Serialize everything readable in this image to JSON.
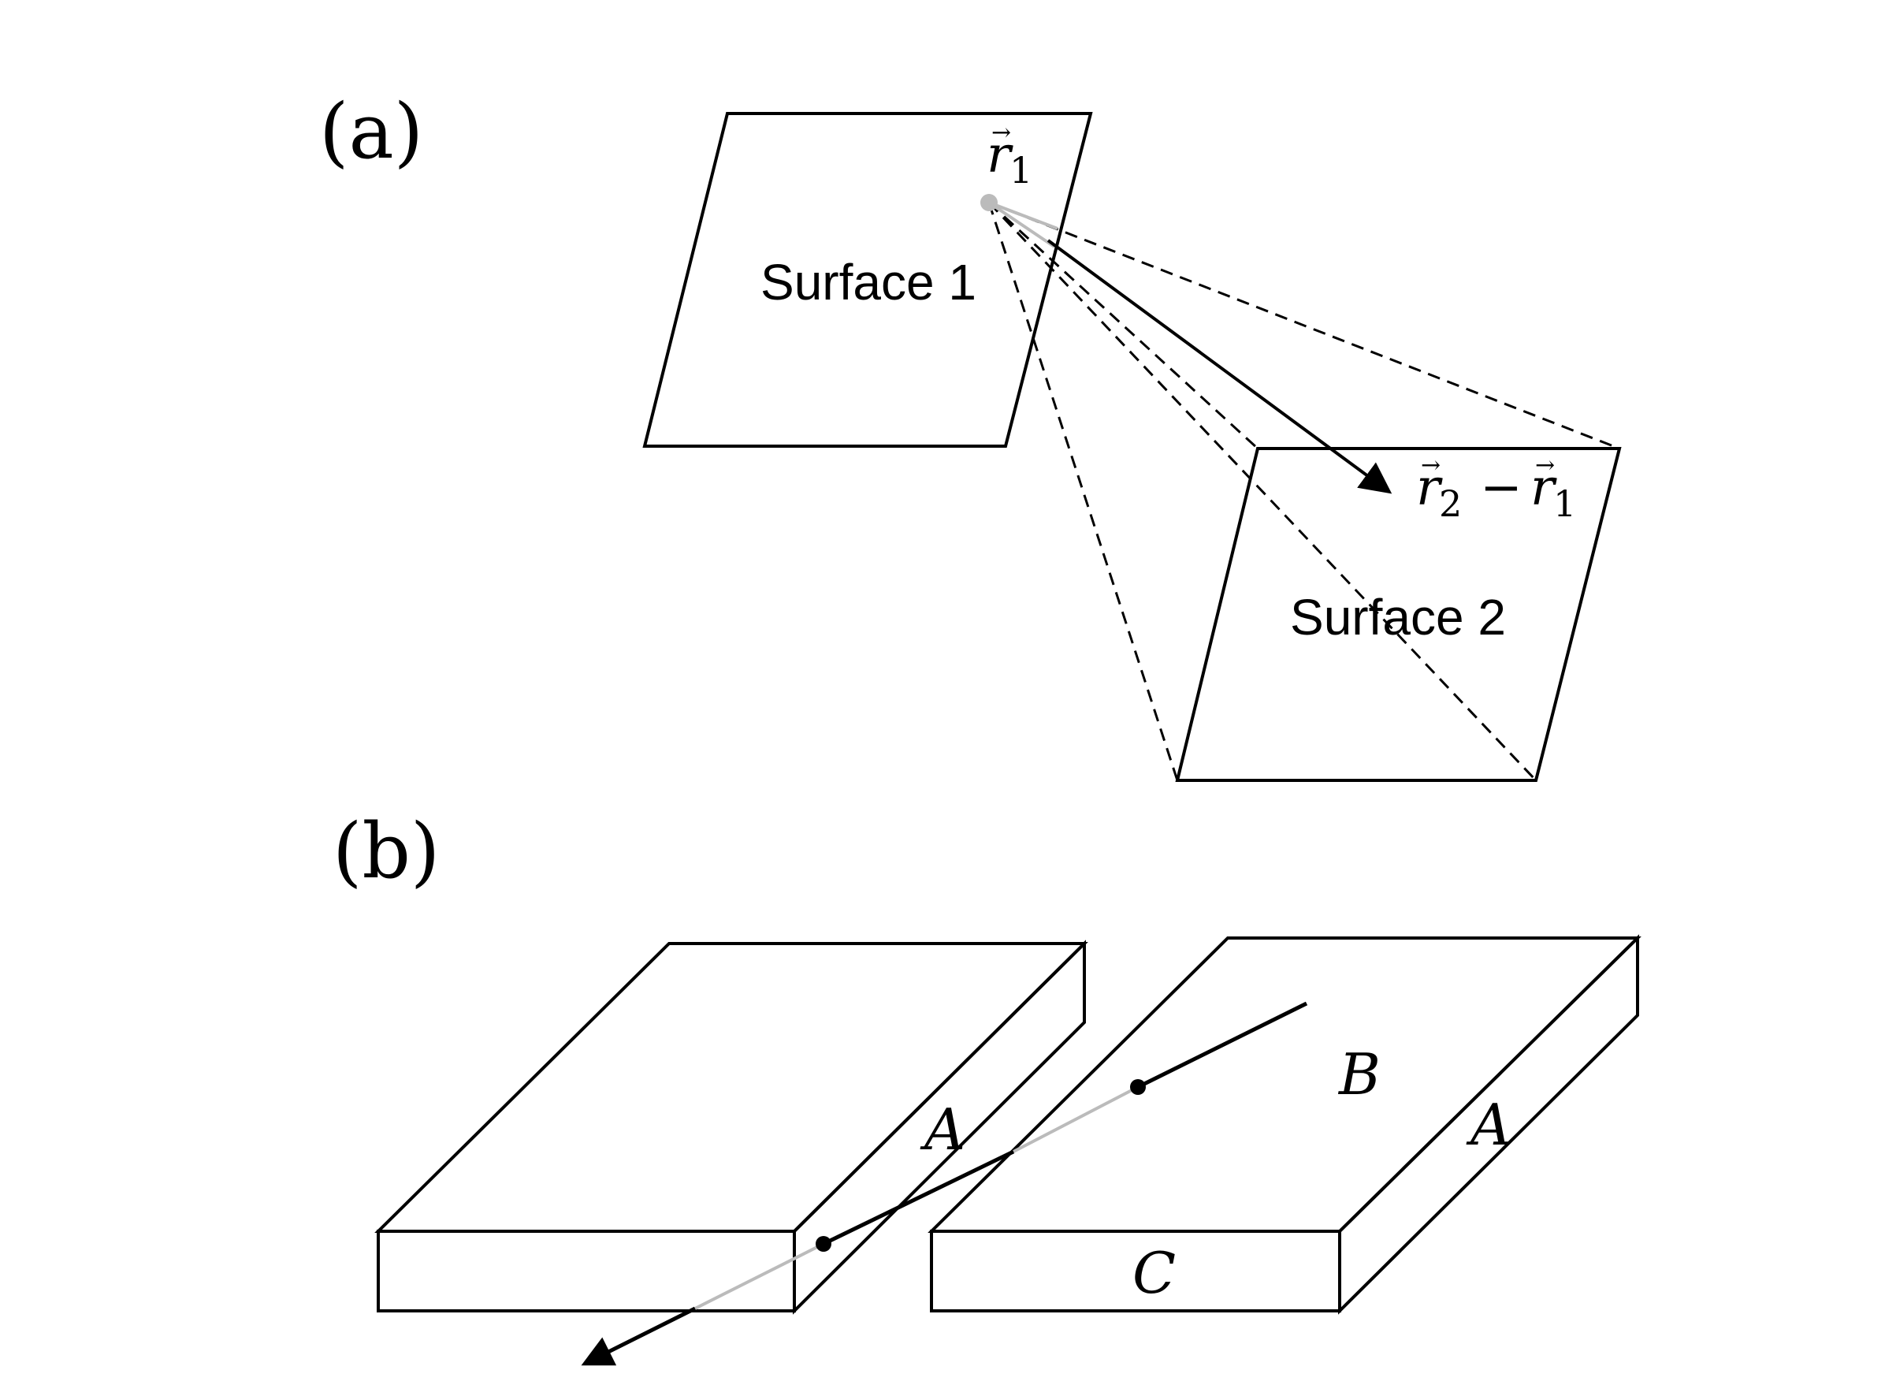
{
  "panel_a": {
    "label": "(a)",
    "surface1_label": "Surface 1",
    "surface2_label": "Surface 2",
    "point_label": "r",
    "point_sub": "1",
    "vector_label_a": "r",
    "vector_sub_a": "2",
    "vector_minus": "−",
    "vector_label_b": "r",
    "vector_sub_b": "1"
  },
  "panel_b": {
    "label": "(b)",
    "left_side_face": "A",
    "top_face": "B",
    "right_side_face": "A",
    "front_face": "C"
  },
  "colors": {
    "ray_light": "#bbbbbb",
    "box_right_top": "#f0f0f0",
    "box_side": "#d6d6d6",
    "box_front_dark": "#b8b8b8"
  }
}
